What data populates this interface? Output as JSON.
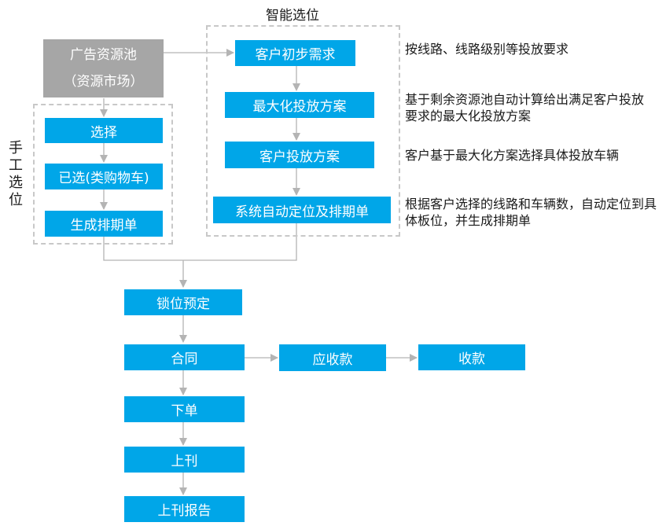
{
  "diagram": {
    "resource_pool": {
      "line1": "广告资源池",
      "line2": "（资源市场）"
    },
    "smart": {
      "title": "智能选位",
      "steps": [
        "客户初步需求",
        "最大化投放方案",
        "客户投放方案",
        "系统自动定位及排期单"
      ],
      "notes": [
        "按线路、线路级别等投放要求",
        "基于剩余资源池自动计算给出满足客户投放要求的最大化投放方案",
        "客户基于最大化方案选择具体投放车辆",
        "根据客户选择的线路和车辆数，自动定位到具体板位，并生成排期单"
      ]
    },
    "manual": {
      "title": "手工选位",
      "steps": [
        "选择",
        "已选(类购物车)",
        "生成排期单"
      ]
    },
    "main_flow": [
      "锁位预定",
      "合同",
      "下单",
      "上刊",
      "上刊报告"
    ],
    "finance": [
      "应收款",
      "收款"
    ],
    "colors": {
      "box": "#00a6e8",
      "pool": "#a6a6a6",
      "arrow": "#b4b4b4",
      "dash": "#c8c8c8"
    }
  }
}
